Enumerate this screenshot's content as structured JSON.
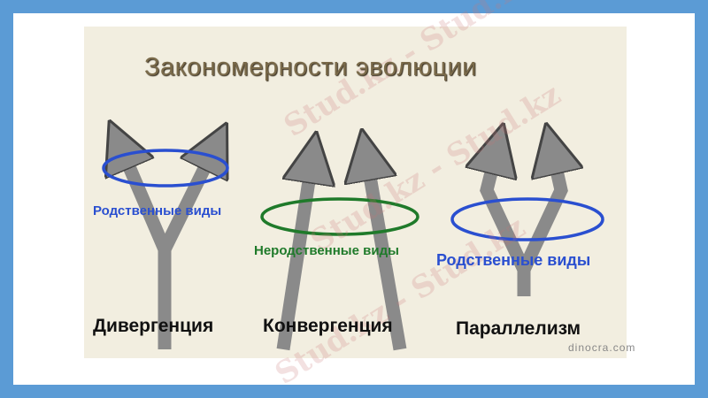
{
  "title": "Закономерности эволюции",
  "diagrams": [
    {
      "name": "Дивергенция",
      "ring_label": "Родственные виды",
      "ring_color": "#2a4fd0"
    },
    {
      "name": "Конвергенция",
      "ring_label": "Неродственные виды",
      "ring_color": "#1f7a2a"
    },
    {
      "name": "Параллелизм",
      "ring_label": "Родственные виды",
      "ring_color": "#2a4fd0"
    }
  ],
  "credit": "dinocra.com",
  "watermark": "Stud.kz - Stud.kz",
  "colors": {
    "border": "#5b9bd5",
    "background": "#f2eee0",
    "arrow": "#8a8a8a"
  }
}
